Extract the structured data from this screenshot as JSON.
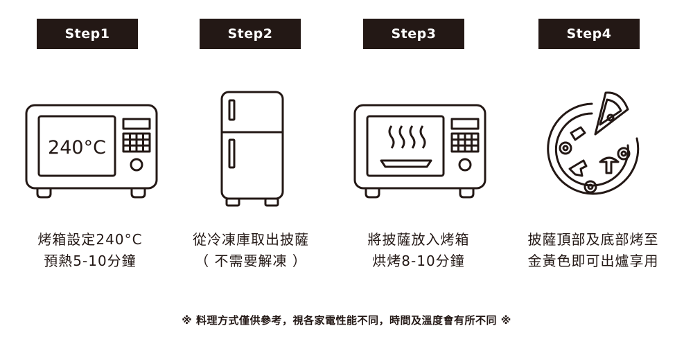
{
  "steps": [
    {
      "label": "Step1",
      "caption_line1": "烤箱設定240°C",
      "caption_line2": "預熱5-10分鐘",
      "display": "240°C",
      "icon": "oven-icon"
    },
    {
      "label": "Step2",
      "caption_line1": "從冷凍庫取出披薩",
      "caption_line2": "（ 不需要解凍 ）",
      "icon": "refrigerator-icon"
    },
    {
      "label": "Step3",
      "caption_line1": "將披薩放入烤箱",
      "caption_line2": "烘烤8-10分鐘",
      "icon": "oven-baking-icon"
    },
    {
      "label": "Step4",
      "caption_line1": "披薩頂部及底部烤至",
      "caption_line2": "金黃色即可出爐享用",
      "icon": "pizza-icon"
    }
  ],
  "footer_note": "※ 料理方式僅供參考，視各家電性能不同，時間及溫度會有所不同 ※",
  "colors": {
    "ink": "#231815",
    "background": "#ffffff"
  }
}
